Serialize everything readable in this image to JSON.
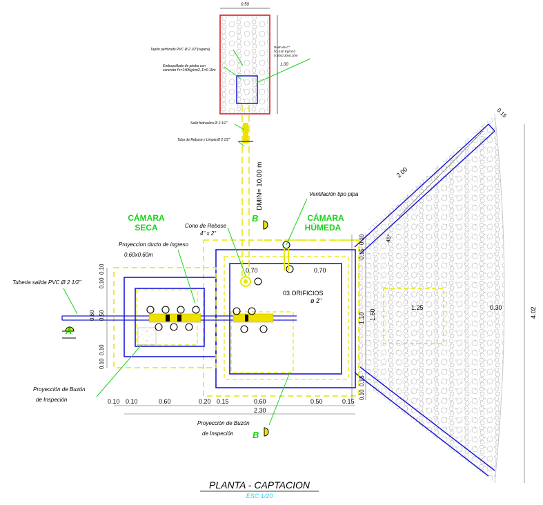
{
  "drawing": {
    "title": "PLANTA - CAPTACION",
    "scale": "ESC 1/20",
    "colors": {
      "blue": "#1a1ad6",
      "yellow": "#e6e600",
      "green": "#19d219",
      "red": "#d62020",
      "gray": "#888888"
    }
  },
  "labels": {
    "tapon": "Tapón perforado PVC Ø 2 1/2\"(sapera)",
    "embo1": "Emboquillado de piedra con",
    "embo2": "concreto f'c=140Kg/cm2, E=0.15m",
    "dado1": "Dado de C°",
    "dado2": "f'c=140 Kg/cm2",
    "dado3": "0.30x0.30x0.20m",
    "sello": "Sello hidraulico Ø 2 1/2\"",
    "tubo_rebose": "Tubo de Rebose y Limpia Ø 2 1/2\"",
    "dmin": "DMIN= 10.00 m",
    "ventilacion": "Ventilación tipo pipa",
    "camara_seca_1": "CÁMARA",
    "camara_seca_2": "SECA",
    "camara_humeda_1": "CÁMARA",
    "camara_humeda_2": "HÚMEDA",
    "cono_1": "Cono de Rebose",
    "cono_2": "4\" x 2\"",
    "proy_ducto_1": "Proyeccion ducto de ingreso",
    "proy_ducto_2": "0.60x0.60m",
    "tuberia_salida": "Tuberia salida PVC Ø 2 1/2\"",
    "orificios_1": "03 ORIFICIOS",
    "orificios_2": "ø 2\"",
    "buzon_left_1": "Proyección de Buzón",
    "buzon_left_2": "de Inspeción",
    "buzon_bottom_1": "Proyección de Buzón",
    "buzon_bottom_2": "de Inspeción",
    "section_a": "A",
    "section_b_top": "B",
    "section_b_bottom": "B"
  },
  "dims": {
    "top_050": "0.50",
    "side_100": "1.00",
    "d_070_a": "0.70",
    "d_070_b": "0.70",
    "d_200": "2.00",
    "d_015_diag": "0.15",
    "d_45": "45°",
    "d_125": "1.25",
    "d_030": "0.30",
    "d_402": "4.02",
    "d_110": "1.10",
    "d_160": "1.60",
    "d_010_r_top": "0.10",
    "d_015_r_top": "0.15",
    "d_015_r_bot": "0.15",
    "d_010_r_bot": "0.10",
    "l_010_a": "0.10",
    "l_010_b": "0.10",
    "l_060": "0.60",
    "l_050": "0.50",
    "l_010_c": "0.10",
    "l_010_d": "0.10",
    "b_010_a": "0.10",
    "b_010_b": "0.10",
    "b_060_a": "0.60",
    "b_020": "0.20",
    "b_015_a": "0.15",
    "b_060_b": "0.60",
    "b_050": "0.50",
    "b_015_b": "0.15",
    "b_230": "2.30"
  }
}
